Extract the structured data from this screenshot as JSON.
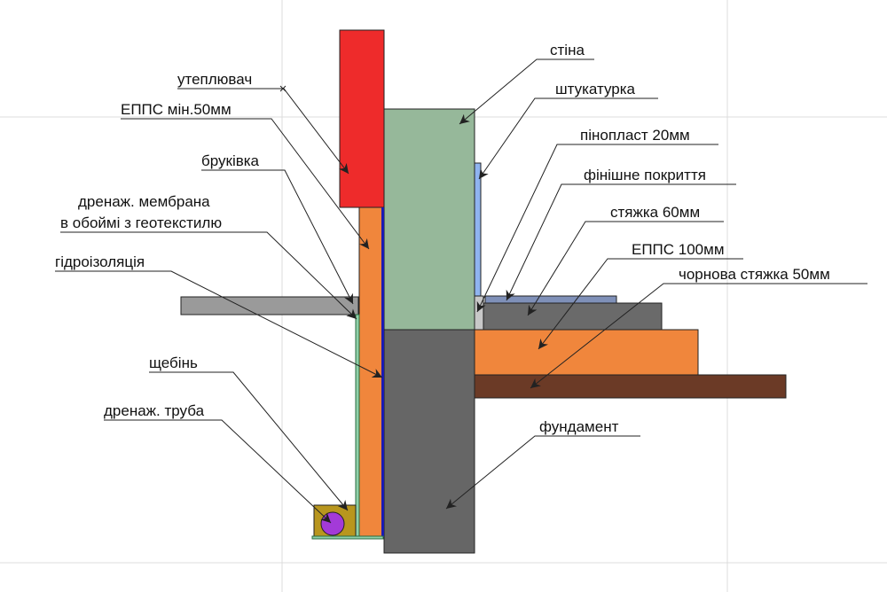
{
  "labels": {
    "insulation": "утеплювач",
    "epps_min": "ЕППС мін.50мм",
    "paving": "бруківка",
    "drain_membrane_line1": "дренаж. мембрана",
    "drain_membrane_line2": "в обоймі з геотекстилю",
    "waterproofing": "гідроізоляція",
    "gravel": "щебінь",
    "drain_pipe": "дренаж. труба",
    "wall": "стіна",
    "plaster": "штукатурка",
    "foam": "пінопласт 20мм",
    "finish": "фінішне покриття",
    "screed": "стяжка 60мм",
    "epps_100": "ЕППС 100мм",
    "rough_screed": "чорнова стяжка 50мм",
    "foundation": "фундамент"
  },
  "colors": {
    "insulation": "#ee2b2b",
    "wall": "#96b89a",
    "plaster": "#8fb4f0",
    "foundation": "#666666",
    "epps": "#f0863c",
    "waterproofing": "#1a1ab4",
    "paving": "#9a9a9a",
    "membrane": "#8fd0a8",
    "gravel": "#b8961e",
    "drain_pipe": "#a33ad8",
    "finish": "#7f90b8",
    "screed": "#6a6a6a",
    "rough_screed": "#6b3a26",
    "foam_strip": "#c8c8c8",
    "grid": "#dcdcdc"
  }
}
